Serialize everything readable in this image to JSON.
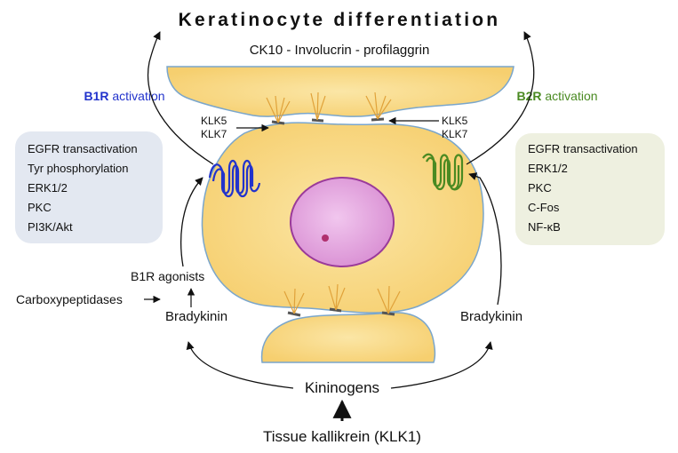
{
  "title": "Keratinocyte differentiation",
  "markers": "CK10 - Involucrin - profilaggrin",
  "b1r_activation": {
    "receptor": "B1R",
    "word": " activation"
  },
  "b2r_activation": {
    "receptor": "B2R",
    "word": " activation"
  },
  "klk_labels_left": [
    "KLK5",
    "KLK7"
  ],
  "klk_labels_right": [
    "KLK5",
    "KLK7"
  ],
  "left_box": {
    "items": [
      "EGFR transactivation",
      "Tyr phosphorylation",
      "ERK1/2",
      "PKC",
      "PI3K/Akt"
    ]
  },
  "right_box": {
    "items": [
      "EGFR transactivation",
      "ERK1/2",
      "PKC",
      "C-Fos",
      "NF-κB"
    ]
  },
  "b1r_agonists": "B1R agonists",
  "carboxypeptidases": "Carboxypeptidases",
  "bradykinin_left": "Bradykinin",
  "bradykinin_right": "Bradykinin",
  "kininogens": "Kininogens",
  "tissue_kallikrein": "Tissue kallikrein (KLK1)",
  "colors": {
    "b1r": "#2233cc",
    "b2r": "#4a8a22",
    "left_box_fill": "#e3e8f1",
    "right_box_fill": "#eef0e0",
    "cell_fill": "#f8d98a",
    "cell_edge": "#7aa6cc",
    "nucleus_fill": "#e6a8e0",
    "nucleus_edge": "#9a3a9a"
  }
}
